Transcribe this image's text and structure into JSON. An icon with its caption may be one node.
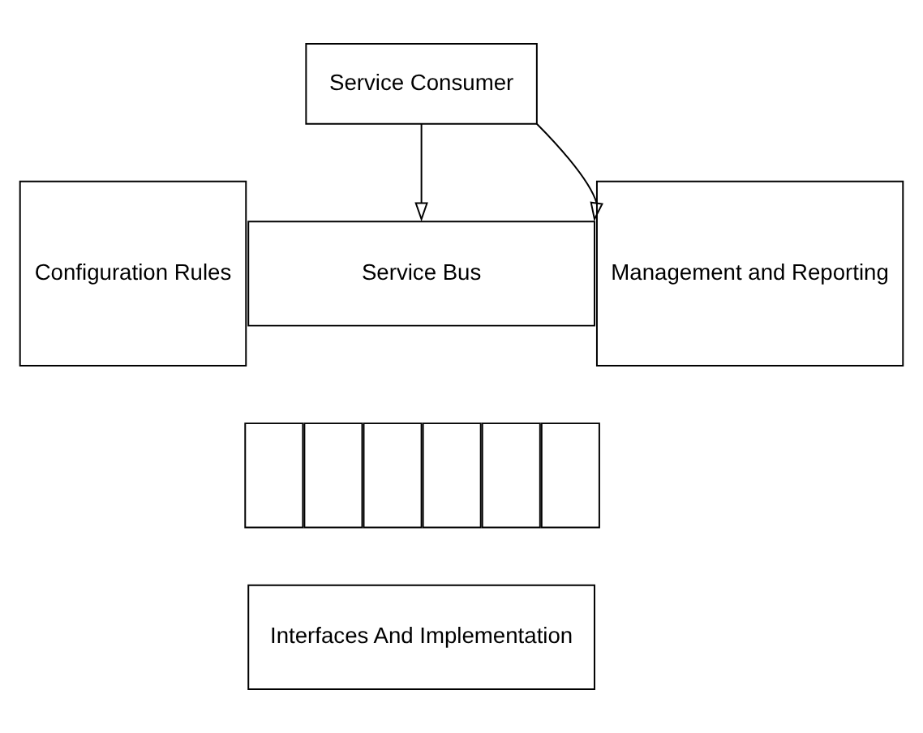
{
  "diagram": {
    "nodes": [
      {
        "text": [
          "Service Consumer"
        ]
      },
      {
        "text": [
          "Configuration Rules"
        ]
      },
      {
        "text": [
          "Service Bus"
        ]
      },
      {
        "text": [],
        "shape": "box"
      },
      {
        "text": [],
        "shape": "box"
      },
      {
        "text": [],
        "shape": "box"
      },
      {
        "text": [],
        "shape": "box"
      },
      {
        "text": [],
        "shape": "box"
      },
      {
        "text": [],
        "shape": "box"
      },
      {
        "text": [
          "Interfaces And Implementation"
        ]
      },
      {
        "text": [
          "Management and Reporting"
        ]
      }
    ],
    "edges": [
      {
        "from": 0,
        "to": 2,
        "arrow": "to"
      },
      {
        "from": 0,
        "to": 2,
        "arrow": "to"
      }
    ]
  }
}
